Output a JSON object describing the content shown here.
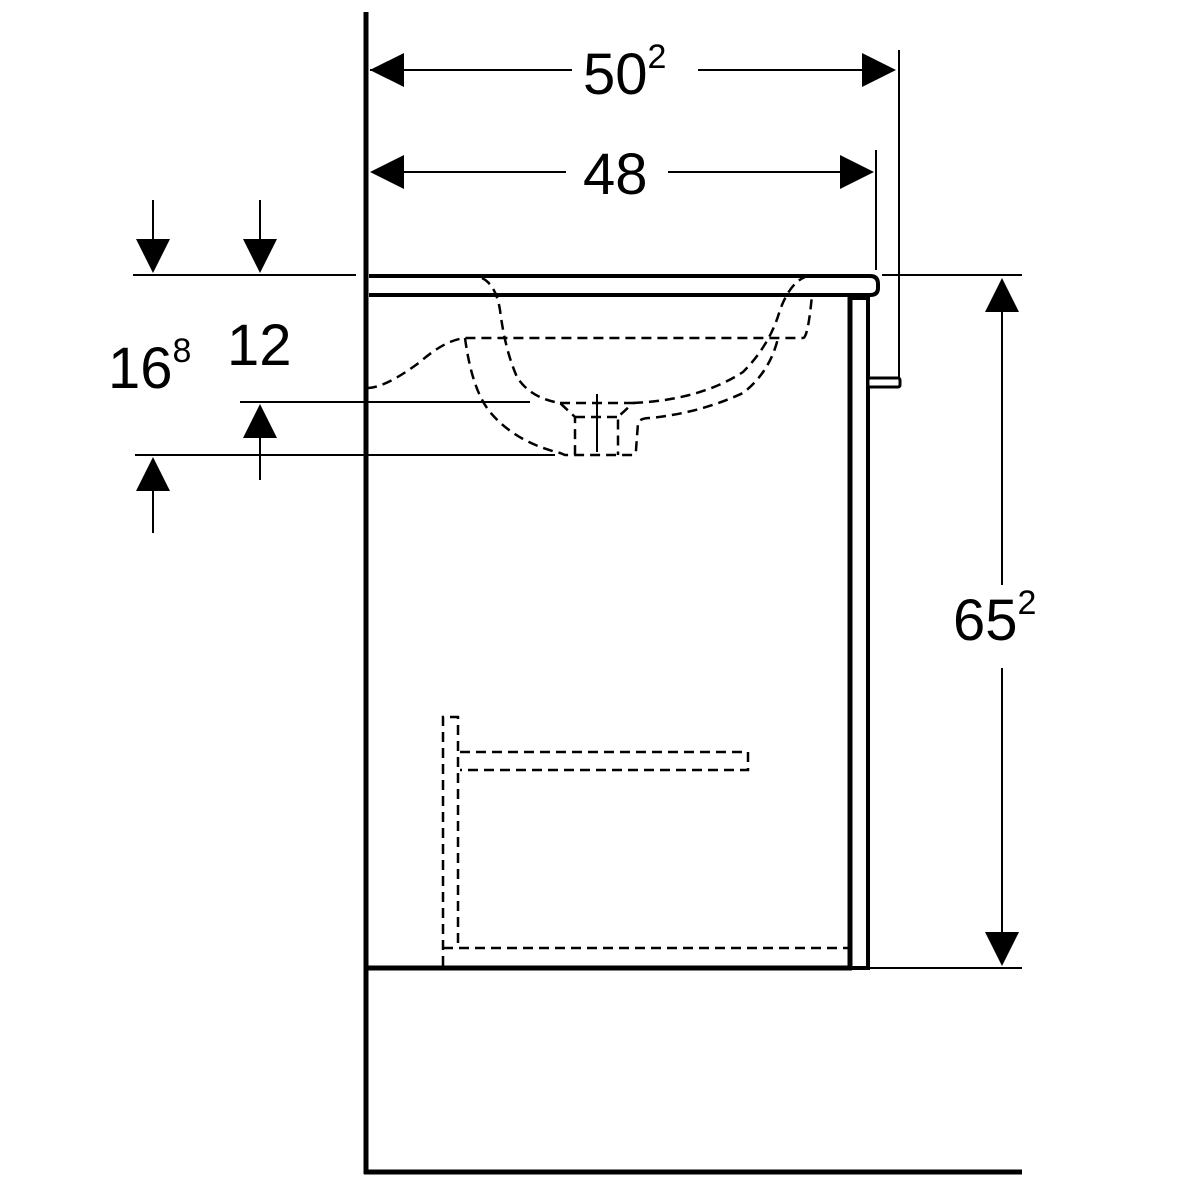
{
  "drawing": {
    "dimensions": {
      "overall_depth": {
        "main": "50",
        "sup": "2"
      },
      "cabinet_depth": {
        "main": "48"
      },
      "height": {
        "main": "65",
        "sup": "2"
      },
      "basin_depth_outer": {
        "main": "16",
        "sup": "8"
      },
      "basin_depth_inner": {
        "main": "12"
      }
    },
    "colors": {
      "line": "#000000",
      "background": "#ffffff"
    }
  }
}
